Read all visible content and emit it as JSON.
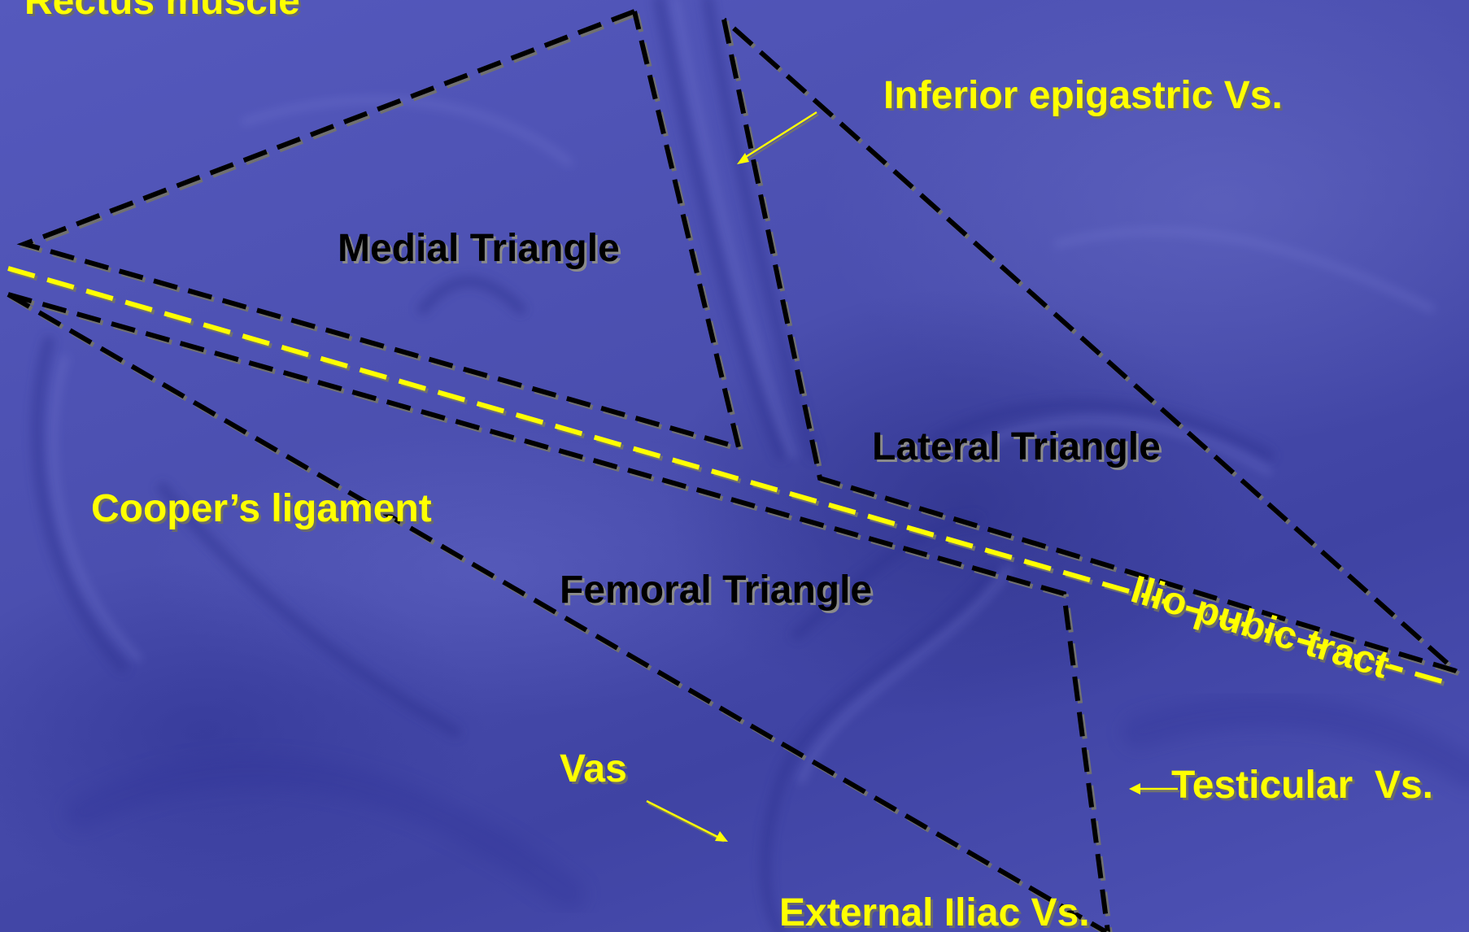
{
  "labels": {
    "rectus": "Rectus muscle",
    "inferior_epigastric": "Inferior epigastric Vs.",
    "medial_triangle": "Medial Triangle",
    "lateral_triangle": "Lateral Triangle",
    "coopers_ligament": "Cooper’s ligament",
    "femoral_triangle": "Femoral Triangle",
    "iliopubic_tract": "Ilio pubic tract",
    "vas": "Vas",
    "testicular": "Testicular  Vs.",
    "external_iliac": "External Iliac Vs."
  },
  "colors": {
    "background": "#4b4fb0",
    "label_yellow": "#ffff00",
    "label_black": "#000000",
    "dash_black": "#000000",
    "dash_yellow": "#ffff00"
  }
}
